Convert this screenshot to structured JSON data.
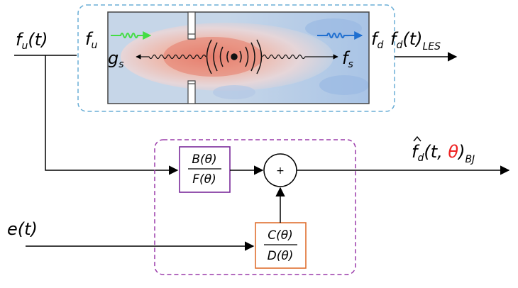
{
  "labels": {
    "input_signal": "f",
    "input_signal_sub": "u",
    "input_signal_arg": "(t)",
    "upstream_wave": "f",
    "upstream_wave_sub": "u",
    "reflected_wave": "g",
    "reflected_wave_sub": "s",
    "source_wave": "f",
    "source_wave_sub": "s",
    "downstream_wave": "f",
    "downstream_wave_sub": "d",
    "les_output": "f",
    "les_output_sub": "d",
    "les_output_arg": "(t)",
    "les_output_tag": "LES",
    "bj_output": "f",
    "bj_output_sub": "d",
    "bj_output_open": "(t, ",
    "bj_output_theta": "θ",
    "bj_output_close": ")",
    "bj_output_tag": "BJ",
    "noise_input": "e(t)",
    "transfer_plant_num": "B(θ)",
    "transfer_plant_den": "F(θ)",
    "transfer_noise_num": "C(θ)",
    "transfer_noise_den": "D(θ)",
    "sum_node": "+"
  },
  "colors": {
    "upstream_wave": "#44dd44",
    "downstream_wave": "#1f6fd0",
    "theta_highlight": "#ee2222",
    "plant_box_border": "#7a2a9a",
    "noise_box_border": "#e07030",
    "les_frame": "#6aaed6",
    "bj_frame": "#9a3aaa"
  }
}
